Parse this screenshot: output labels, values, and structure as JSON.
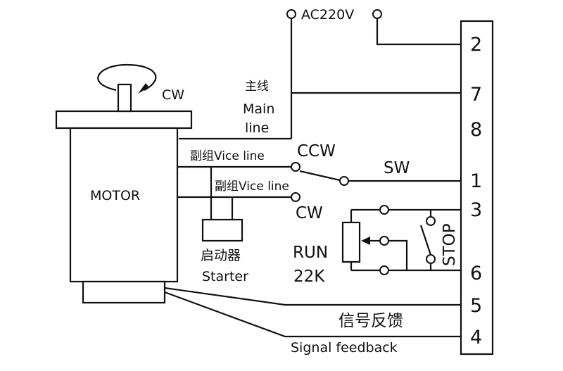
{
  "power": {
    "label": "AC220V"
  },
  "motor": {
    "label": "MOTOR",
    "rotation_label": "CW"
  },
  "main_line": {
    "label_cn": "主线",
    "label_en_1": "Main",
    "label_en_2": "line"
  },
  "vice_line_top": {
    "label": "副组Vice line"
  },
  "vice_line_bottom": {
    "label": "副组Vice line"
  },
  "ccw": {
    "label": "CCW"
  },
  "cw": {
    "label": "CW"
  },
  "sw": {
    "label": "SW"
  },
  "starter": {
    "label_cn": "启动器",
    "label_en": "Starter"
  },
  "run": {
    "label": "RUN",
    "value": "22K"
  },
  "stop": {
    "label": "STOP"
  },
  "signal": {
    "label_cn": "信号反馈",
    "label_en": "Signal feedback"
  },
  "terminals": [
    "2",
    "7",
    "8",
    "1",
    "3",
    "6",
    "5",
    "4"
  ]
}
